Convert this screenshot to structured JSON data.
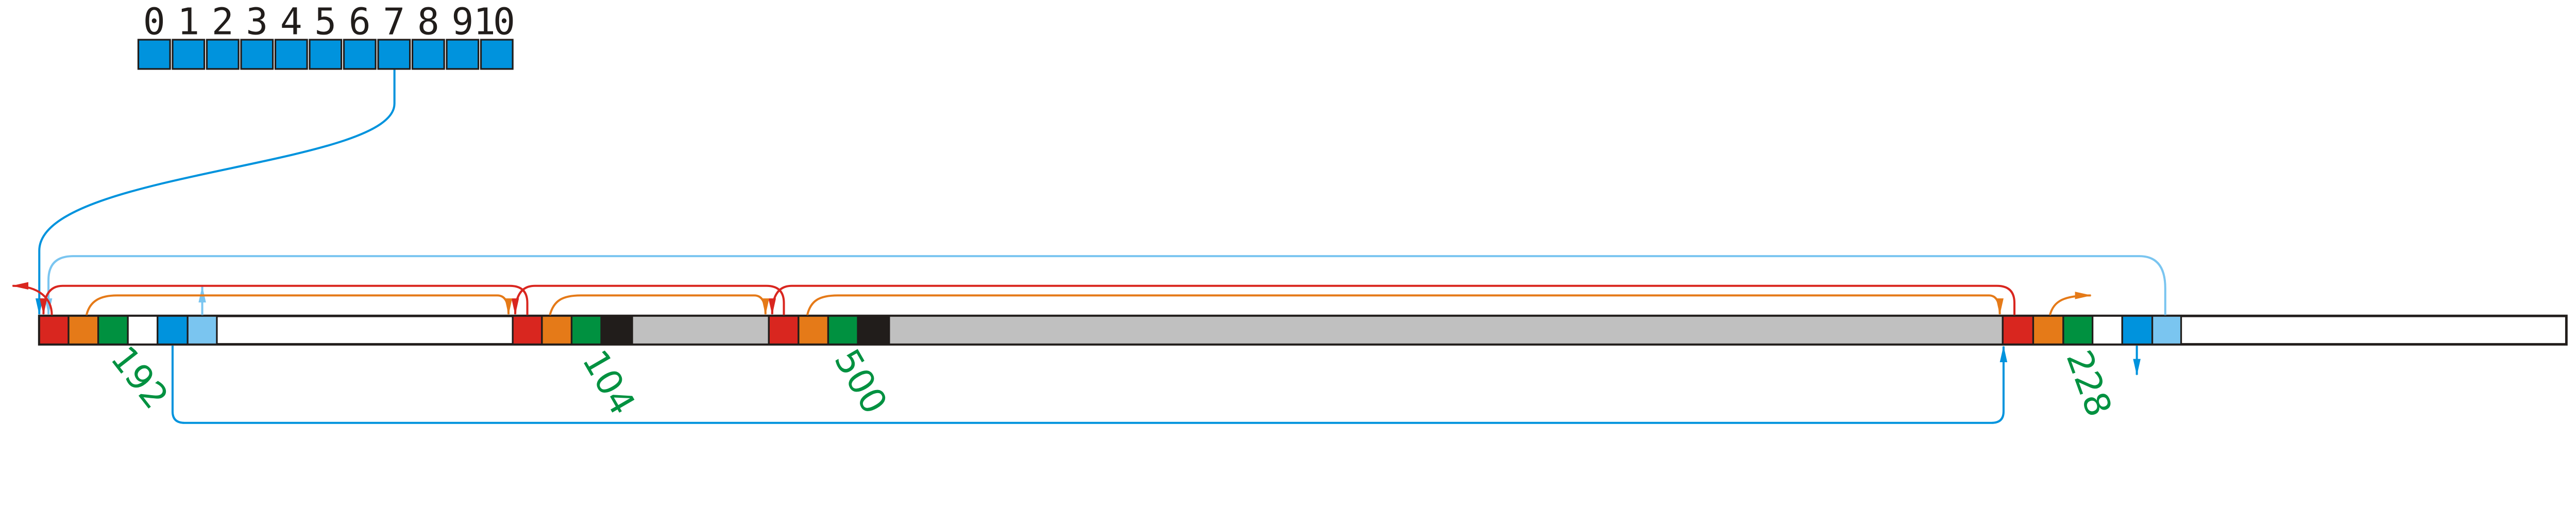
{
  "index_array": {
    "digits": [
      "0",
      "1",
      "2",
      "3",
      "4",
      "5",
      "6",
      "7",
      "8",
      "9",
      "10"
    ],
    "highlighted_index": 7
  },
  "labels": [
    "192",
    "104",
    "500",
    "228"
  ],
  "colors": {
    "red": "#d9261f",
    "orange": "#e57a18",
    "green": "#009140",
    "blue": "#0093dd",
    "light_blue": "#7ac5f0",
    "gray": "#c0c0c0",
    "black": "#211d1b",
    "white": "#ffffff"
  }
}
